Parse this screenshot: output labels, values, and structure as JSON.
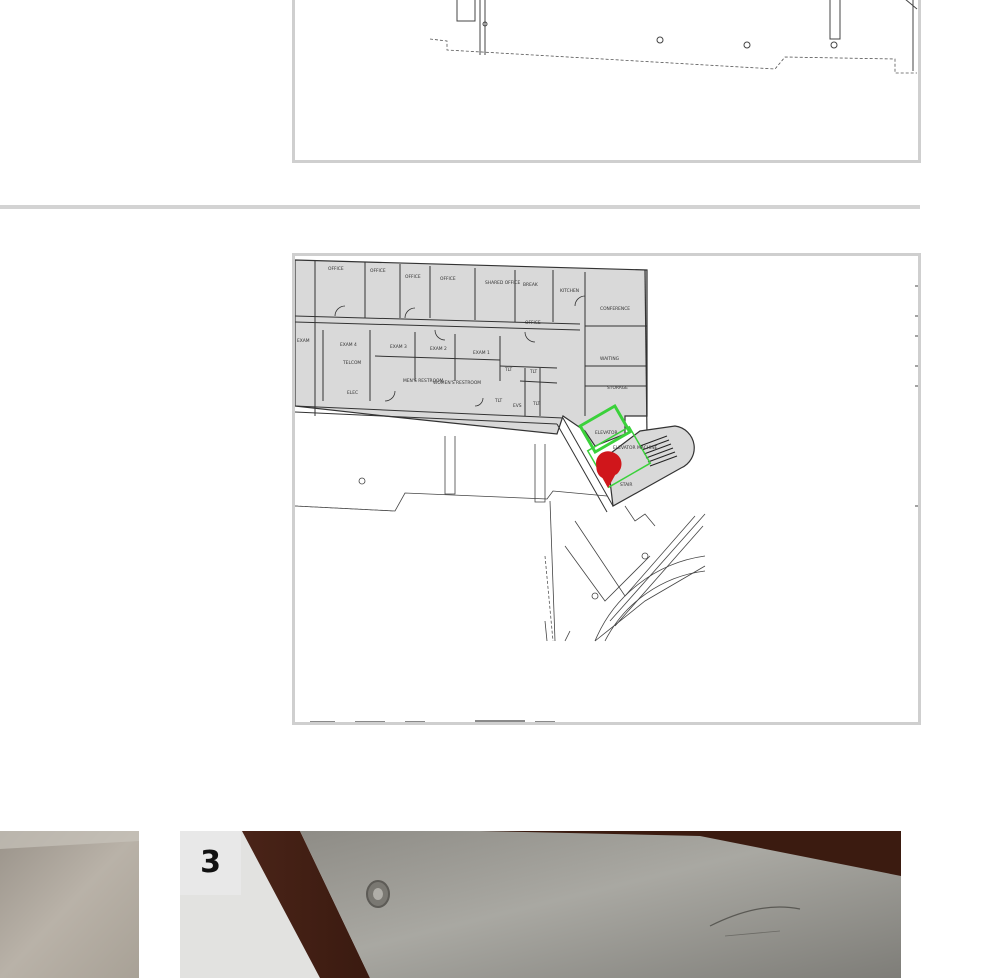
{
  "step_badge": "3",
  "floor_plan": {
    "marker_color": "#d0161b",
    "highlight_color": "#3ad13a",
    "rooms": {
      "office_1": "OFFICE",
      "office_2": "OFFICE",
      "office_3": "OFFICE",
      "office_4": "OFFICE",
      "shared_office": "SHARED OFFICE",
      "break": "BREAK",
      "kitchen": "KITCHEN",
      "office_5": "OFFICE",
      "conference": "CONFERENCE",
      "exam_4": "EXAM 4",
      "exam_3": "EXAM 3",
      "exam_2": "EXAM 2",
      "exam_1": "EXAM 1",
      "telecom": "TELCOM",
      "elec": "ELEC",
      "mens_restroom": "MEN'S RESTROOM",
      "womens_restroom": "WOMEN'S RESTROOM",
      "tlt_1": "TLT",
      "tlt_2": "TLT",
      "tlt_3": "TLT",
      "tlt_4": "TLT",
      "evs": "EVS",
      "waiting": "WAITING",
      "storage": "STORAGE",
      "elevator": "ELEVATOR",
      "elevator_machine": "ELEVATOR MACHINE",
      "stair": "STAIR",
      "exam_partial": "EXAM"
    }
  }
}
